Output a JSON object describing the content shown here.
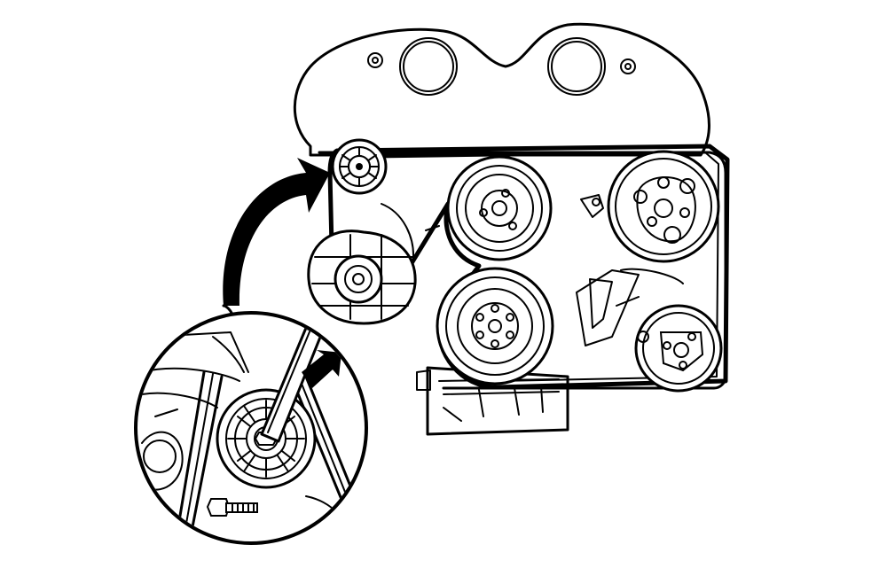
{
  "diagram": {
    "colors": {
      "line": "#000000",
      "background": "#ffffff"
    },
    "components": [
      "engine-cover-gasket",
      "drive-belt",
      "belt-tensioner-idler-pulley",
      "lower-idler-pulley",
      "alternator-pulley",
      "crankshaft-pulley",
      "power-steering-pump-pulley",
      "ac-compressor-pulley",
      "oil-pan",
      "rotation-arrow",
      "detail-magnifier",
      "wrench",
      "tensioner-bolt"
    ]
  }
}
